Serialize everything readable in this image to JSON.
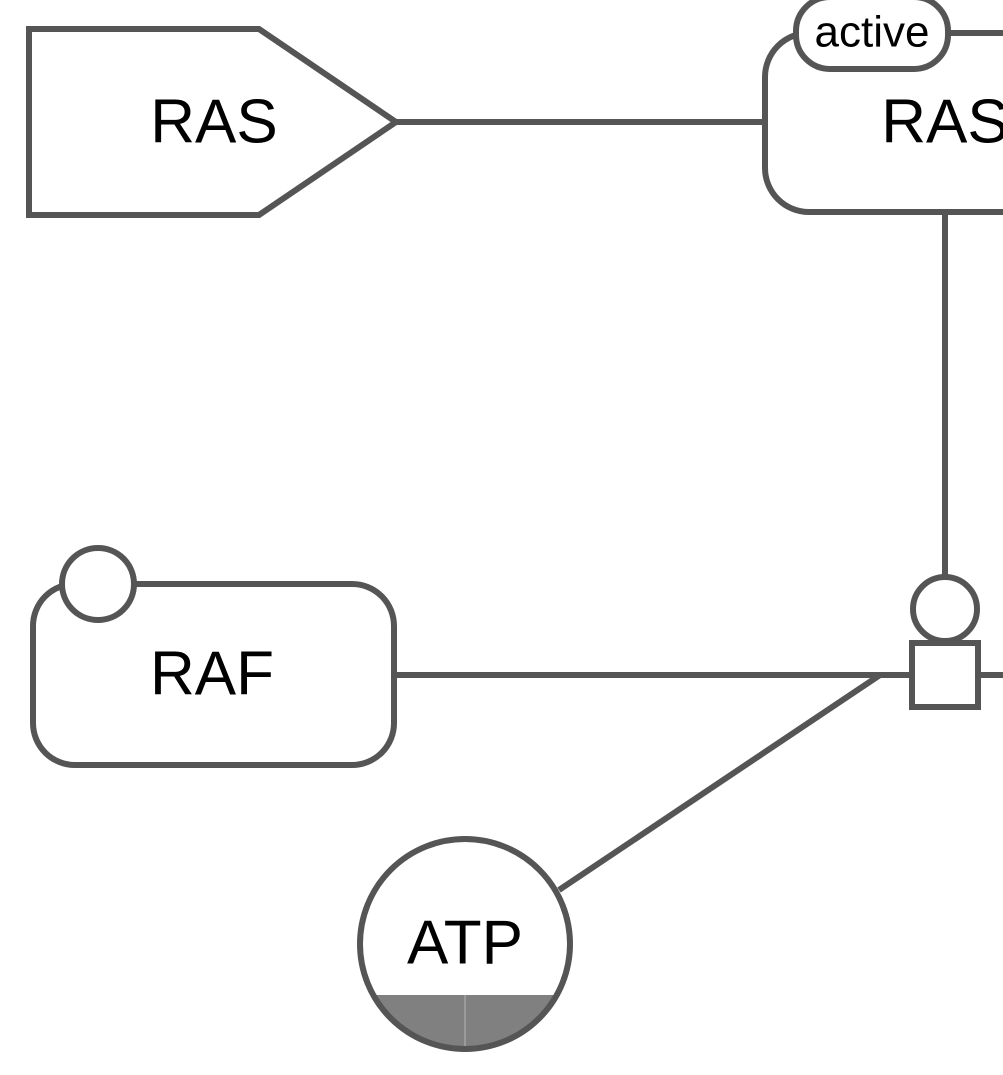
{
  "nodes": {
    "ras_tag": {
      "label": "RAS"
    },
    "ras_active": {
      "label": "RAS",
      "state_variable": "active"
    },
    "raf": {
      "label": "RAF"
    },
    "atp": {
      "label": "ATP"
    }
  },
  "colors": {
    "stroke": "#555555",
    "fill": "#ffffff",
    "clone_marker": "#808080",
    "text": "#000000"
  }
}
